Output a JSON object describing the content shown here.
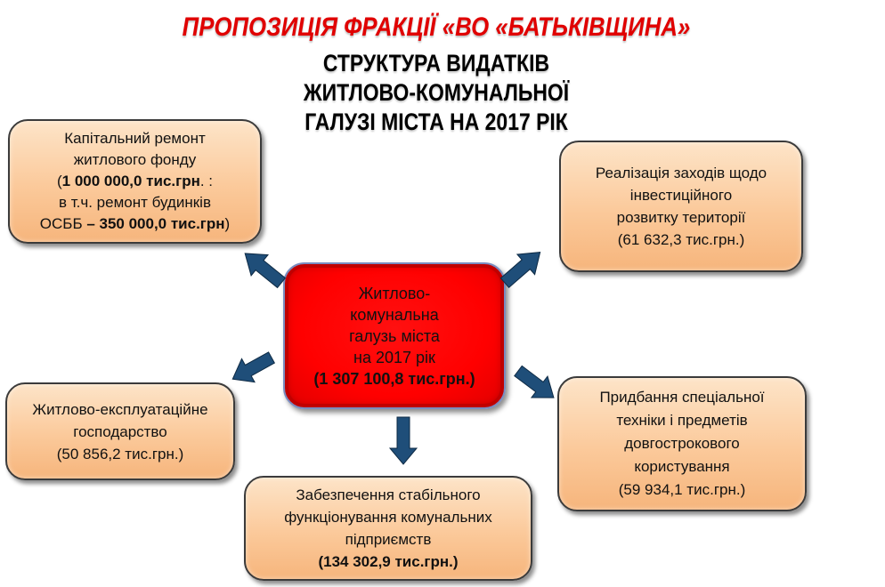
{
  "header": {
    "subtitle_red": "ПРОПОЗИЦІЯ ФРАКЦІЇ «ВО «БАТЬКІВЩИНА»",
    "title_lines": [
      "СТРУКТУРА ВИДАТКІВ",
      "ЖИТЛОВО-КОМУНАЛЬНОЇ",
      "ГАЛУЗІ МІСТА НА 2017 РІК"
    ]
  },
  "center": {
    "lines": [
      "Житлово-",
      "комунальна",
      "галузь міста",
      "на 2017 рік"
    ],
    "amount": "(1 307 100,8 тис.грн.)",
    "color": "#ff0000"
  },
  "nodes": {
    "capital_repair": {
      "line1": "Капітальний ремонт",
      "line2": "житлового фонду",
      "line3_open": "(",
      "line3_bold": "1 000 000,0 тис.грн",
      "line3_rest": ". :",
      "line4": "в т.ч. ремонт будинків",
      "line5_pre": "ОСББ ",
      "line5_bold": "– 350 000,0 тис.грн",
      "line5_close": ")"
    },
    "investment": {
      "lines": [
        "Реалізація заходів  щодо",
        "інвестиційного",
        "розвитку території",
        "(61 632,3 тис.грн.)"
      ]
    },
    "housing_operation": {
      "lines": [
        "Житлово-експлуатаційне",
        "господарство",
        "(50 856,2 тис.грн.)"
      ]
    },
    "special_equipment": {
      "lines": [
        "Придбання спеціальної",
        "техніки і предметів",
        "довгострокового",
        "користування",
        "(59 934,1 тис.грн.)"
      ]
    },
    "utilities": {
      "lines": [
        "Забезпечення стабільного",
        "функціонування комунальних",
        "підприємств"
      ],
      "amount": "(134 302,9 тис.грн.)"
    }
  },
  "colors": {
    "arrow": "#1f4e79",
    "box_fill": "#fbc99a",
    "title_red": "#e00000"
  }
}
